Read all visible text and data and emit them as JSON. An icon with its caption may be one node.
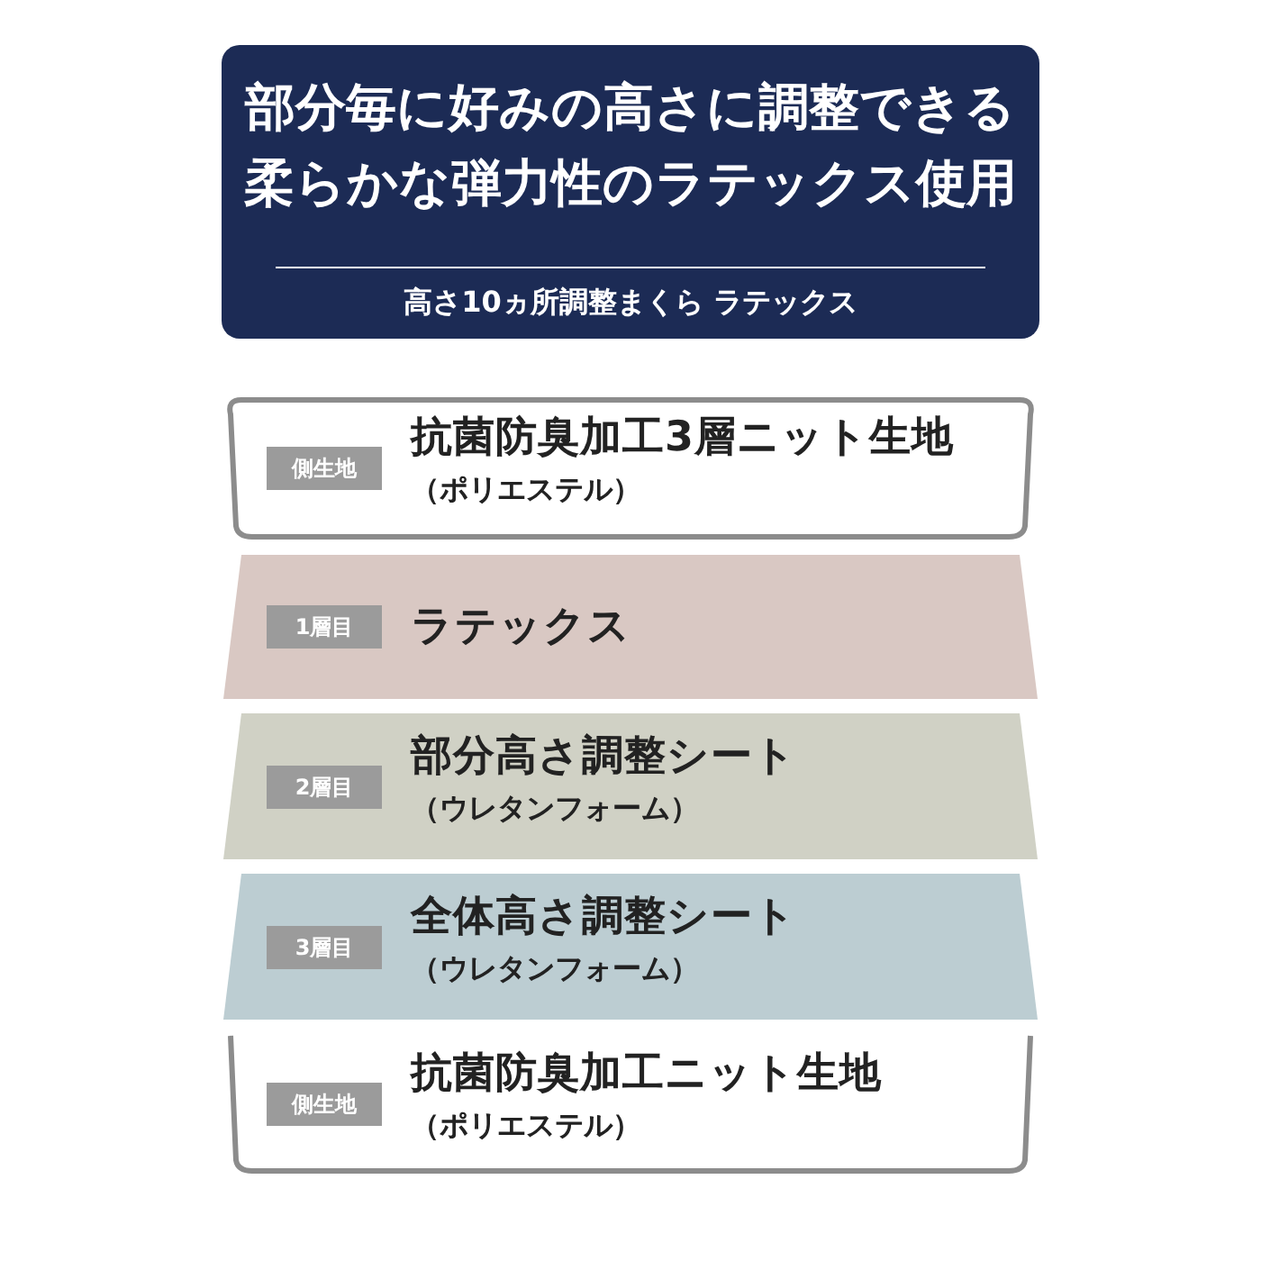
{
  "diagram": {
    "nodes": [
      {
        "text": [
          "部分毎に好みの高さに調整できる柔らかな弾力性のラテックス使用",
          "高さ10ヵ所調整まくら ラテックス"
        ]
      },
      {
        "text": [
          "抗菌防臭加工3層ニット生地",
          "（ポリエステル）"
        ]
      },
      {
        "text": [
          "側生地"
        ],
        "in": 1
      },
      {
        "text": [
          "ラテックス"
        ]
      },
      {
        "text": [
          "1層目"
        ],
        "in": 3
      },
      {
        "text": [
          "部分高さ調整シート",
          "（ウレタンフォーム）"
        ]
      },
      {
        "text": [
          "2層目"
        ],
        "in": 5
      },
      {
        "text": [
          "全体高さ調整シート",
          "（ウレタンフォーム）"
        ]
      },
      {
        "text": [
          "3層目"
        ],
        "in": 7
      },
      {
        "text": [
          "抗菌防臭加工ニット生地",
          "（ポリエステル）"
        ]
      },
      {
        "text": [
          "側生地"
        ],
        "in": 9
      }
    ]
  }
}
